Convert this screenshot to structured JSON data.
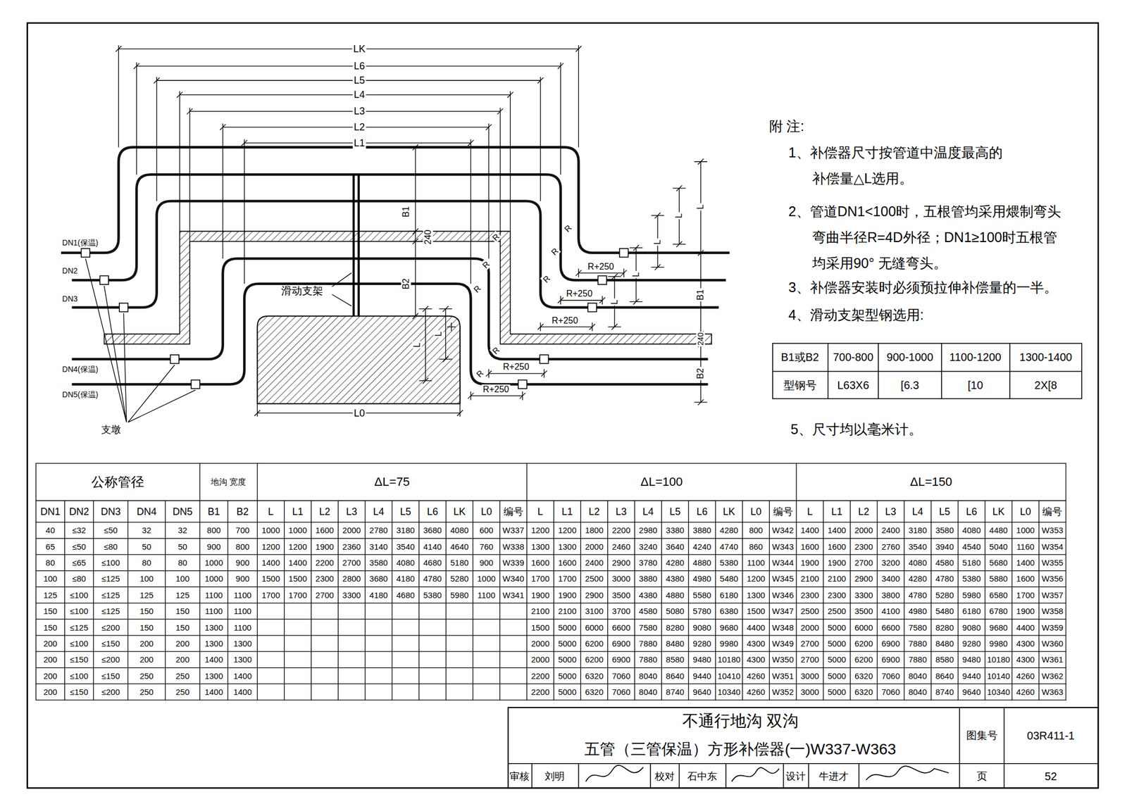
{
  "diagram": {
    "labels": [
      "LK",
      "L6",
      "L5",
      "L4",
      "L3",
      "L2",
      "L1",
      "DN1(保温)",
      "DN2",
      "DN3",
      "DN4(保温)",
      "DN5(保温)",
      "支墩",
      "滑动支架",
      "B1",
      "240",
      "B2",
      "R+250",
      "R+250",
      "R+250",
      "R+250",
      "R+250",
      "L",
      "L",
      "L",
      "L",
      "L",
      "B1",
      "240",
      "B2",
      "L",
      "L",
      "L0",
      "R",
      "R",
      "R",
      "R",
      "R",
      "R",
      "R",
      "R",
      "附  注:",
      "1、补偿器尺寸按管道中温度最高的",
      "补偿量△L选用。",
      "2、管道DN1<100时，五根管均采用煨制弯头",
      "弯曲半径R=4D外径；DN1≥100时五根管",
      "均采用90° 无缝弯头。",
      "3、补偿器安装时必须预拉伸补偿量的一半。",
      "4、滑动支架型钢选用:",
      "B1或B2",
      "700-800",
      "900-1000",
      "1100-1200",
      "1300-1400",
      "型钢号",
      "L63X6",
      "[6.3",
      "[10",
      "2X[8",
      "5、尺寸均以毫米计。",
      "不通行地沟 双沟",
      "五管（三管保温）方形补偿器(一)W337-W363",
      "图集号",
      "03R411-1",
      "审核",
      "刘明",
      "校对",
      "石中东",
      "设计",
      "牛进才",
      "页",
      "52",
      "公称管径",
      "地沟 宽度",
      "ΔL=75",
      "ΔL=100",
      "ΔL=150",
      "DN1",
      "DN2",
      "DN3",
      "DN4",
      "DN5",
      "B1",
      "B2",
      "L",
      "L1",
      "L2",
      "L3",
      "L4",
      "L5",
      "L6",
      "LK",
      "L0",
      "编号",
      "L",
      "L1",
      "L2",
      "L3",
      "L4",
      "L5",
      "L6",
      "LK",
      "L0",
      "编号",
      "L",
      "L1",
      "L2",
      "L3",
      "L4",
      "L5",
      "L6",
      "LK",
      "L0",
      "编号",
      "40",
      "≤32",
      "≤50",
      "32",
      "32",
      "800",
      "700",
      "1000",
      "1000",
      "1600",
      "2000",
      "2780",
      "3180",
      "3680",
      "4080",
      "600",
      "W337",
      "1200",
      "1200",
      "1800",
      "2200",
      "2980",
      "3380",
      "3880",
      "4280",
      "800",
      "W342",
      "1400",
      "1400",
      "2000",
      "2400",
      "3180",
      "3580",
      "4080",
      "4480",
      "1000",
      "W353",
      "65",
      "≤50",
      "≤80",
      "50",
      "50",
      "900",
      "800",
      "1200",
      "1200",
      "1900",
      "2360",
      "3140",
      "3540",
      "4140",
      "4640",
      "760",
      "W338",
      "1300",
      "1300",
      "2000",
      "2460",
      "3240",
      "3640",
      "4240",
      "4740",
      "860",
      "W343",
      "1600",
      "1600",
      "2300",
      "2760",
      "3540",
      "3940",
      "4540",
      "5040",
      "1160",
      "W354",
      "80",
      "≤65",
      "≤100",
      "80",
      "80",
      "1000",
      "900",
      "1400",
      "1400",
      "2200",
      "2700",
      "3580",
      "4080",
      "4680",
      "5180",
      "900",
      "W339",
      "1600",
      "1600",
      "2400",
      "2900",
      "3780",
      "4280",
      "4880",
      "5380",
      "1100",
      "W344",
      "1900",
      "1900",
      "2700",
      "3200",
      "4080",
      "4580",
      "5180",
      "5680",
      "1400",
      "W355",
      "100",
      "≤80",
      "≤125",
      "100",
      "100",
      "1000",
      "900",
      "1500",
      "1500",
      "2300",
      "2800",
      "3680",
      "4180",
      "4780",
      "5280",
      "1000",
      "W340",
      "1700",
      "1700",
      "2500",
      "3000",
      "3880",
      "4380",
      "4980",
      "5480",
      "1200",
      "W345",
      "2100",
      "2100",
      "2900",
      "3400",
      "4280",
      "4780",
      "5380",
      "5880",
      "1600",
      "W356",
      "125",
      "≤100",
      "≤125",
      "125",
      "125",
      "1100",
      "1100",
      "1700",
      "1700",
      "2700",
      "3300",
      "4180",
      "4680",
      "5380",
      "5980",
      "1100",
      "W341",
      "1900",
      "1900",
      "2900",
      "3500",
      "4380",
      "4880",
      "5580",
      "6180",
      "1300",
      "W346",
      "2300",
      "2300",
      "3300",
      "3800",
      "4780",
      "5280",
      "5980",
      "6580",
      "1700",
      "W357",
      "150",
      "≤100",
      "≤125",
      "150",
      "150",
      "1100",
      "1100",
      "2100",
      "2100",
      "3100",
      "3700",
      "4580",
      "5080",
      "5780",
      "6380",
      "1500",
      "W347",
      "2500",
      "2500",
      "3500",
      "4100",
      "4980",
      "5480",
      "6180",
      "6780",
      "1900",
      "W358",
      "150",
      "≤125",
      "≤200",
      "150",
      "150",
      "1300",
      "1100",
      "1500",
      "5000",
      "6000",
      "6600",
      "7580",
      "8280",
      "9080",
      "9680",
      "4400",
      "W348",
      "2000",
      "5000",
      "6000",
      "6600",
      "7580",
      "8280",
      "9080",
      "9680",
      "4400",
      "W359",
      "200",
      "≤100",
      "≤150",
      "200",
      "200",
      "1300",
      "1300",
      "2000",
      "5000",
      "6200",
      "6900",
      "7880",
      "8480",
      "9280",
      "9980",
      "4300",
      "W349",
      "2700",
      "5000",
      "6200",
      "6900",
      "7880",
      "8480",
      "9280",
      "9980",
      "4300",
      "W360",
      "200",
      "≤150",
      "≤200",
      "200",
      "200",
      "1400",
      "1300",
      "2000",
      "5000",
      "6200",
      "6900",
      "7880",
      "8580",
      "9480",
      "10180",
      "4300",
      "W350",
      "2700",
      "5000",
      "6200",
      "6900",
      "7880",
      "8580",
      "9480",
      "10180",
      "4300",
      "W361",
      "200",
      "≤100",
      "≤150",
      "250",
      "250",
      "1300",
      "1400",
      "2200",
      "5000",
      "6320",
      "7060",
      "8040",
      "8640",
      "9440",
      "10410",
      "4260",
      "W351",
      "3000",
      "5000",
      "6320",
      "7060",
      "8040",
      "8640",
      "9440",
      "10140",
      "4260",
      "W362",
      "200",
      "≤150",
      "≤200",
      "250",
      "250",
      "1400",
      "1400",
      "2200",
      "5000",
      "6320",
      "7060",
      "8040",
      "8740",
      "9640",
      "10340",
      "4260",
      "W352",
      "3000",
      "5000",
      "6320",
      "7060",
      "8040",
      "8740",
      "9640",
      "10340",
      "4260",
      "W363"
    ]
  }
}
